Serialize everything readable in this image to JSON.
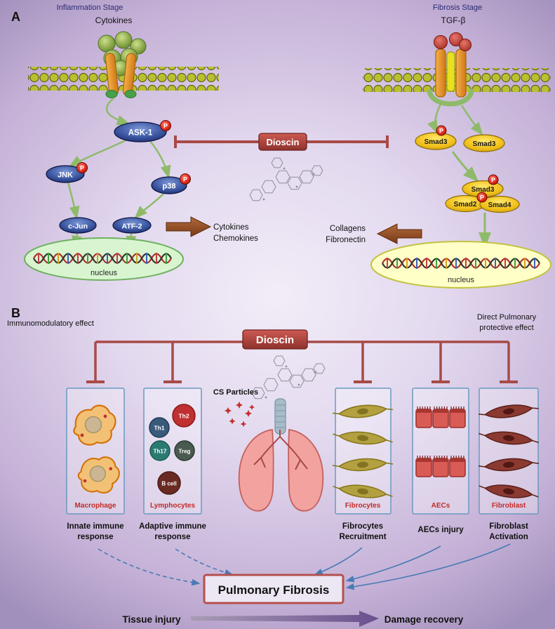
{
  "panelA": {
    "label": "A",
    "inflammation_stage": "Inflammation Stage",
    "fibrosis_stage": "Fibrosis Stage",
    "cytokines_ligand": "Cytokines",
    "tgf_beta": "TGF-β",
    "ask1": "ASK-1",
    "jnk": "JNK",
    "p38": "p38",
    "c_jun": "c-Jun",
    "atf2": "ATF-2",
    "p": "P",
    "dioscin": "Dioscin",
    "smad3": "Smad3",
    "smad2": "Smad2",
    "smad4": "Smad4",
    "nucleus": "nucleus",
    "out_cytokines": "Cytokines",
    "out_chemokines": "Chemokines",
    "out_collagens": "Collagens",
    "out_fibronectin": "Fibronectin"
  },
  "panelB": {
    "label": "B",
    "immunomodulatory": "Immunomodulatory effect",
    "direct_line1": "Direct Pulmonary",
    "direct_line2": "protective effect",
    "dioscin": "Dioscin",
    "cs_particles": "CS Particles",
    "th1": "Th1",
    "th2": "Th2",
    "th17": "Th17",
    "treg": "Treg",
    "b_cell": "B cell",
    "macrophage_label": "Macrophage",
    "lymphocytes_label": "Lymphocytes",
    "fibrocytes_label": "Fibrocytes",
    "aecs_label": "AECs",
    "fibroblast_label": "Fibroblast",
    "innate_line1": "Innate immune",
    "innate_line2": "response",
    "adaptive_line1": "Adaptive immune",
    "adaptive_line2": "response",
    "fibro_rec_line1": "Fibrocytes",
    "fibro_rec_line2": "Recruitment",
    "aecs_injury": "AECs injury",
    "fibro_act_line1": "Fibroblast",
    "fibro_act_line2": "Activation",
    "pulmonary_fibrosis": "Pulmonary Fibrosis",
    "tissue_injury": "Tissue injury",
    "damage_recovery": "Damage recovery"
  },
  "colors": {
    "dioscin_red": "#b0443f",
    "inhibition_bar": "#a84a46",
    "arrow_green": "#8fba6a",
    "arrow_blue": "#4a7ab5",
    "cell_box_border": "#6a9ac0",
    "cell_label_red": "#c22a28",
    "pf_box_border": "#b5504c",
    "stage_title_navy": "#2a2a72"
  }
}
